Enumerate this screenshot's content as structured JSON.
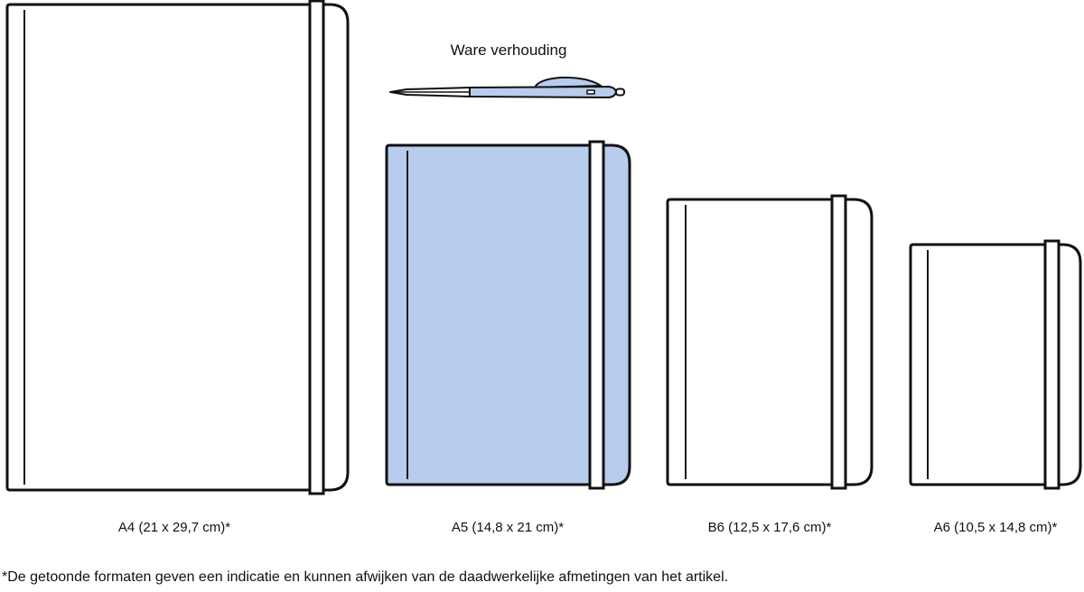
{
  "title": "Ware verhouding",
  "colors": {
    "highlight": "#b8cced",
    "outline": "#111111"
  },
  "notebooks": [
    {
      "id": "a4",
      "label": "A4 (21 x 29,7 cm)*",
      "highlighted": false
    },
    {
      "id": "a5",
      "label": "A5 (14,8 x 21 cm)*",
      "highlighted": true
    },
    {
      "id": "b6",
      "label": "B6 (12,5 x 17,6 cm)*",
      "highlighted": false
    },
    {
      "id": "a6",
      "label": "A6 (10,5 x 14,8 cm)*",
      "highlighted": false
    }
  ],
  "footnote": "*De getoonde formaten geven een indicatie en kunnen afwijken van de daadwerkelijke afmetingen van het artikel."
}
